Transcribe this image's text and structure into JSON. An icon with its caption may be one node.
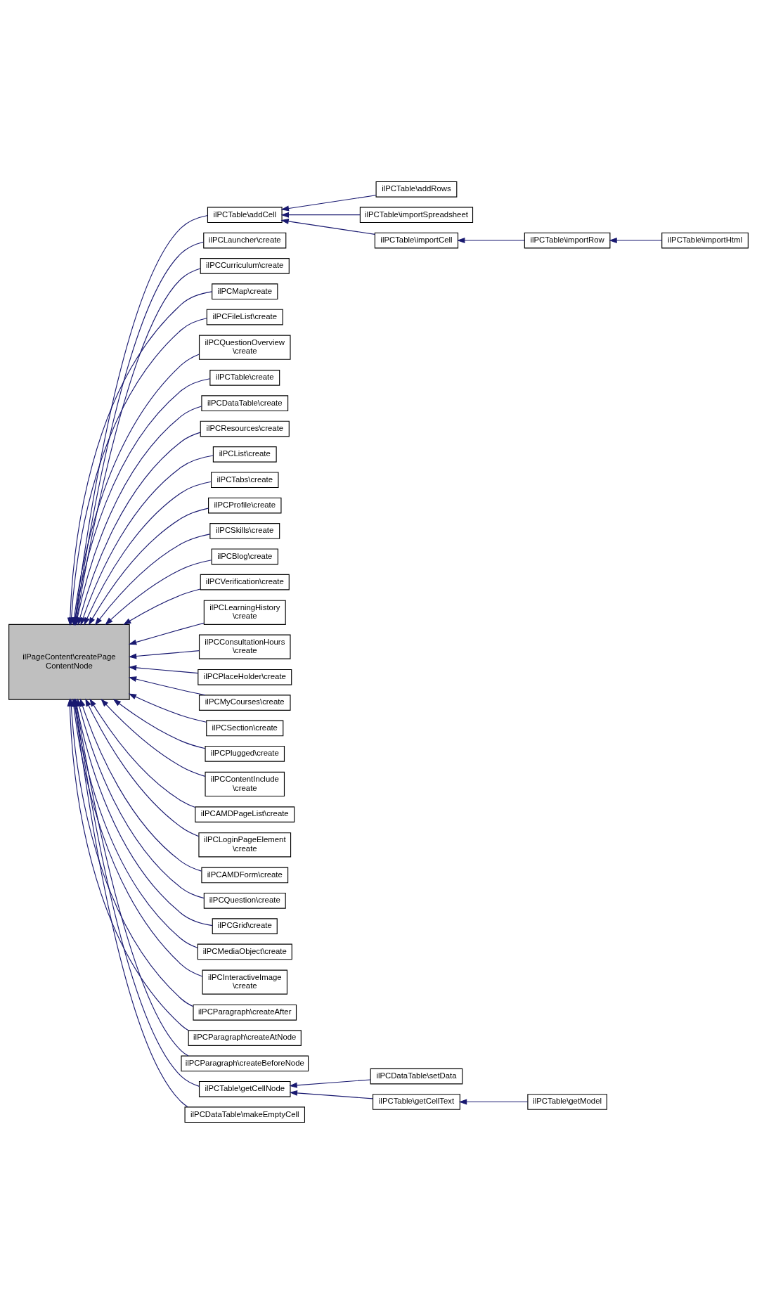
{
  "diagram": {
    "nodes": [
      {
        "text": [
          "ilPageContent\\createPage ContentNode"
        ]
      },
      {
        "text": [
          "ilPCTable\\addCell"
        ]
      },
      {
        "text": [
          "ilPCTable\\addRows"
        ]
      },
      {
        "text": [
          "ilPCTable\\importSpreadsheet"
        ]
      },
      {
        "text": [
          "ilPCTable\\importCell"
        ]
      },
      {
        "text": [
          "ilPCTable\\importRow"
        ]
      },
      {
        "text": [
          "ilPCTable\\importHtml"
        ]
      },
      {
        "text": [
          "ilPCLauncher\\create"
        ]
      },
      {
        "text": [
          "ilPCCurriculum\\create"
        ]
      },
      {
        "text": [
          "ilPCMap\\create"
        ]
      },
      {
        "text": [
          "ilPCFileList\\create"
        ]
      },
      {
        "text": [
          "ilPCQuestionOverview \\create"
        ]
      },
      {
        "text": [
          "ilPCTable\\create"
        ]
      },
      {
        "text": [
          "ilPCDataTable\\create"
        ]
      },
      {
        "text": [
          "ilPCResources\\create"
        ]
      },
      {
        "text": [
          "ilPCList\\create"
        ]
      },
      {
        "text": [
          "ilPCTabs\\create"
        ]
      },
      {
        "text": [
          "ilPCProfile\\create"
        ]
      },
      {
        "text": [
          "ilPCSkills\\create"
        ]
      },
      {
        "text": [
          "ilPCBlog\\create"
        ]
      },
      {
        "text": [
          "ilPCVerification\\create"
        ]
      },
      {
        "text": [
          "ilPCLearningHistory \\create"
        ]
      },
      {
        "text": [
          "ilPCConsultationHours \\create"
        ]
      },
      {
        "text": [
          "ilPCPlaceHolder\\create"
        ]
      },
      {
        "text": [
          "ilPCMyCourses\\create"
        ]
      },
      {
        "text": [
          "ilPCSection\\create"
        ]
      },
      {
        "text": [
          "ilPCPlugged\\create"
        ]
      },
      {
        "text": [
          "ilPCContentInclude \\create"
        ]
      },
      {
        "text": [
          "ilPCAMDPageList\\create"
        ]
      },
      {
        "text": [
          "ilPCLoginPageElement \\create"
        ]
      },
      {
        "text": [
          "ilPCAMDForm\\create"
        ]
      },
      {
        "text": [
          "ilPCQuestion\\create"
        ]
      },
      {
        "text": [
          "ilPCGrid\\create"
        ]
      },
      {
        "text": [
          "ilPCMediaObject\\create"
        ]
      },
      {
        "text": [
          "ilPCInteractiveImage \\create"
        ]
      },
      {
        "text": [
          "ilPCParagraph\\createAfter"
        ]
      },
      {
        "text": [
          "ilPCParagraph\\createAtNode"
        ]
      },
      {
        "text": [
          "ilPCParagraph\\createBeforeNode"
        ]
      },
      {
        "text": [
          "ilPCTable\\getCellNode"
        ]
      },
      {
        "text": [
          "ilPCDataTable\\setData"
        ]
      },
      {
        "text": [
          "ilPCTable\\getCellText"
        ]
      },
      {
        "text": [
          "ilPCTable\\getModel"
        ]
      },
      {
        "text": [
          "ilPCDataTable\\makeEmptyCell"
        ]
      }
    ],
    "edges": [
      {
        "from": 1,
        "to": 0,
        "arrow": "to"
      },
      {
        "from": 2,
        "to": 1,
        "arrow": "to"
      },
      {
        "from": 3,
        "to": 1,
        "arrow": "to"
      },
      {
        "from": 4,
        "to": 1,
        "arrow": "to"
      },
      {
        "from": 5,
        "to": 4,
        "arrow": "to"
      },
      {
        "from": 6,
        "to": 5,
        "arrow": "to"
      },
      {
        "from": 7,
        "to": 0,
        "arrow": "to"
      },
      {
        "from": 8,
        "to": 0,
        "arrow": "to"
      },
      {
        "from": 9,
        "to": 0,
        "arrow": "to"
      },
      {
        "from": 10,
        "to": 0,
        "arrow": "to"
      },
      {
        "from": 11,
        "to": 0,
        "arrow": "to"
      },
      {
        "from": 12,
        "to": 0,
        "arrow": "to"
      },
      {
        "from": 13,
        "to": 0,
        "arrow": "to"
      },
      {
        "from": 14,
        "to": 0,
        "arrow": "to"
      },
      {
        "from": 15,
        "to": 0,
        "arrow": "to"
      },
      {
        "from": 16,
        "to": 0,
        "arrow": "to"
      },
      {
        "from": 17,
        "to": 0,
        "arrow": "to"
      },
      {
        "from": 18,
        "to": 0,
        "arrow": "to"
      },
      {
        "from": 19,
        "to": 0,
        "arrow": "to"
      },
      {
        "from": 20,
        "to": 0,
        "arrow": "to"
      },
      {
        "from": 21,
        "to": 0,
        "arrow": "to"
      },
      {
        "from": 22,
        "to": 0,
        "arrow": "to"
      },
      {
        "from": 23,
        "to": 0,
        "arrow": "to"
      },
      {
        "from": 24,
        "to": 0,
        "arrow": "to"
      },
      {
        "from": 25,
        "to": 0,
        "arrow": "to"
      },
      {
        "from": 26,
        "to": 0,
        "arrow": "to"
      },
      {
        "from": 27,
        "to": 0,
        "arrow": "to"
      },
      {
        "from": 28,
        "to": 0,
        "arrow": "to"
      },
      {
        "from": 29,
        "to": 0,
        "arrow": "to"
      },
      {
        "from": 30,
        "to": 0,
        "arrow": "to"
      },
      {
        "from": 31,
        "to": 0,
        "arrow": "to"
      },
      {
        "from": 32,
        "to": 0,
        "arrow": "to"
      },
      {
        "from": 33,
        "to": 0,
        "arrow": "to"
      },
      {
        "from": 34,
        "to": 0,
        "arrow": "to"
      },
      {
        "from": 35,
        "to": 0,
        "arrow": "to"
      },
      {
        "from": 36,
        "to": 0,
        "arrow": "to"
      },
      {
        "from": 37,
        "to": 0,
        "arrow": "to"
      },
      {
        "from": 38,
        "to": 0,
        "arrow": "to"
      },
      {
        "from": 39,
        "to": 38,
        "arrow": "to"
      },
      {
        "from": 40,
        "to": 38,
        "arrow": "to"
      },
      {
        "from": 41,
        "to": 40,
        "arrow": "to"
      },
      {
        "from": 42,
        "to": 0,
        "arrow": "to"
      }
    ]
  }
}
